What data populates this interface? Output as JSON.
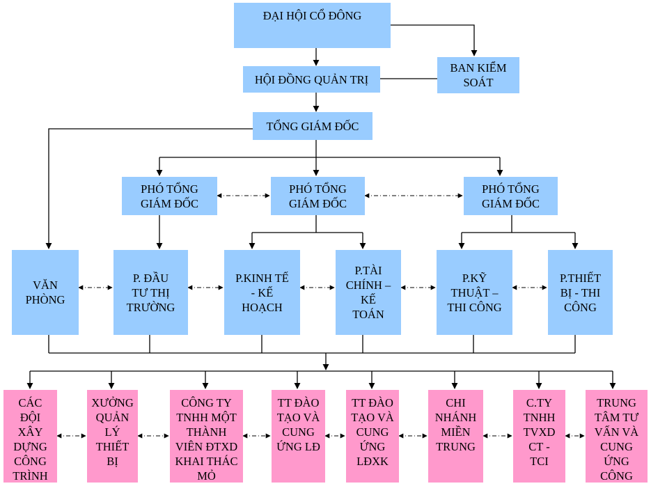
{
  "colors": {
    "department_fill": "#99ccff",
    "unit_fill": "#ff99cc",
    "line": "#000000"
  },
  "nodes": {
    "dhcd": "ĐẠI HỘI CỔ ĐÔNG",
    "hdqt": "HỘI ĐỒNG QUẢN TRỊ",
    "bks": "BAN KIỂM\nSOÁT",
    "tgd": "TỔNG GIÁM ĐỐC",
    "ptgd1": "PHÓ TỔNG\nGIÁM ĐỐC",
    "ptgd2": "PHÓ TỔNG\nGIÁM ĐỐC",
    "ptgd3": "PHÓ TỔNG\nGIÁM ĐỐC",
    "van_phong": "VĂN\nPHÒNG",
    "p_dau_tu": "P. ĐẦU\nTƯ THỊ\nTRƯỜNG",
    "p_kinh_te": "P.KINH TẾ\n- KẾ\nHOẠCH",
    "p_tai_chinh": "P.TÀI\nCHÍNH –\nKẾ\nTOÁN",
    "p_ky_thuat": "P.KỸ\nTHUẬT –\nTHI CÔNG",
    "p_thiet_bi": "P.THIẾT\nBỊ - THI\nCÔNG",
    "cac_doi": "CÁC\nĐỘI\nXÂY\nDỰNG\nCÔNG\nTRÌNH",
    "xuong": "XƯỞNG\nQUẢN\nLÝ\nTHIẾT\nBỊ",
    "cong_ty_tnhh": "CÔNG TY\nTNHH MỘT\nTHÀNH\nVIÊN ĐTXD\nKHAI THÁC\nMỎ",
    "tt_dao_tao_ld": "TT ĐÀO\nTẠO VÀ\nCUNG\nỨNG LĐ",
    "tt_dao_tao_ldxk": "TT ĐÀO\nTẠO VÀ\nCUNG\nỨNG\nLĐXK",
    "chi_nhanh": "CHI\nNHÁNH\nMIỀN\nTRUNG",
    "cty_tvxd": "C.TY\nTNHH\nTVXD\nCT -\nTCI",
    "trung_tam_tu_van": "TRUNG\nTÂM TƯ\nVẤN VÀ\nCUNG\nỨNG\nCÔNG"
  }
}
